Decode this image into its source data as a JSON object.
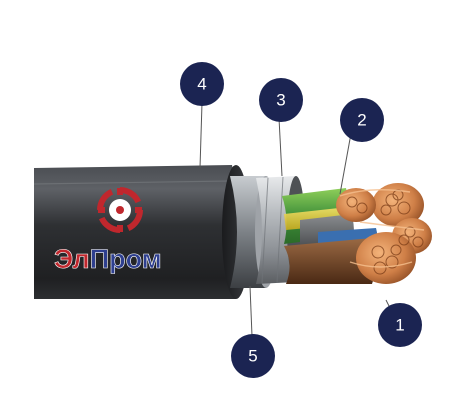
{
  "logo": {
    "text": "ЭлПром",
    "color_primary": "#c0272d",
    "color_secondary": "#2e3f8f"
  },
  "callouts": [
    {
      "id": 1,
      "label": "1",
      "part": "copper conductors"
    },
    {
      "id": 2,
      "label": "2",
      "part": "conductor insulation"
    },
    {
      "id": 3,
      "label": "3",
      "part": "tape armour"
    },
    {
      "id": 4,
      "label": "4",
      "part": "outer sheath"
    },
    {
      "id": 5,
      "label": "5",
      "part": "inner sheath"
    }
  ],
  "colors": {
    "callout_fill": "#1b2452",
    "sheath": "#2b2d30",
    "copper": "#c97a45",
    "insulation_green": "#3f8f3a",
    "insulation_yellow": "#d9c230",
    "insulation_blue": "#3a6fb0",
    "insulation_brown": "#6b3e22"
  }
}
